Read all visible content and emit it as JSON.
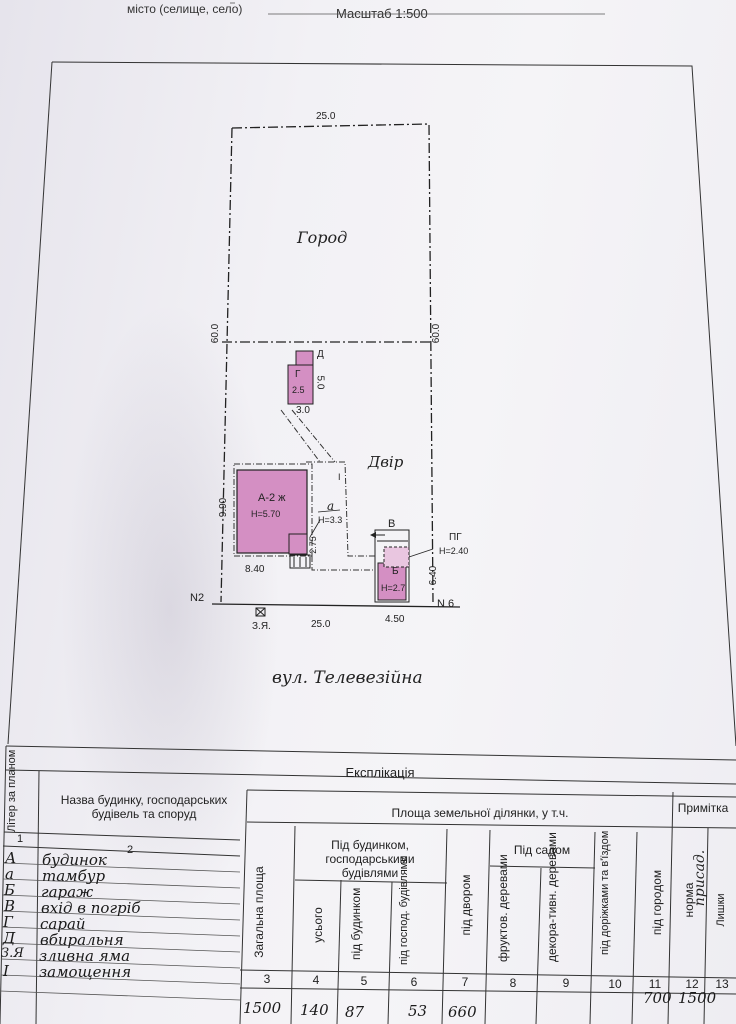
{
  "header": {
    "place_label": "місто (селище, село)",
    "scale": "Масштаб 1:500"
  },
  "plan": {
    "dims": {
      "top_width": "25.0",
      "left_depth": "60.0",
      "right_depth": "60.0",
      "house_width": "8.40",
      "house_depth": "9.90",
      "porch_depth": "2.75",
      "shed_width": "3.0",
      "shed_depth": "5.0",
      "front_width": "25.0",
      "garage_width": "4.50",
      "garage_depth": "6.40"
    },
    "labels": {
      "garden": "Город",
      "yard": "Двір",
      "street": "вул. Телевезійна",
      "house": "А-2 ж",
      "house_height": "H=5.70",
      "porch": "а",
      "porch_height": "H=3.3",
      "shed": "Г",
      "shed_height": "2.5",
      "toilet": "Д",
      "garage": "Б",
      "garage_height": "H=2.7",
      "cellar": "ПГ",
      "cellar_height": "H=2.40",
      "cellar_entry": "В",
      "fence": "I",
      "pit": "З.Я.",
      "neighbor_left": "N2",
      "neighbor_right": "N 6"
    }
  },
  "table": {
    "title": "Експлікація",
    "col_liter": "Літер за планом",
    "col_name": "Назва будинку, господарських будівель та споруд",
    "col_area_group": "Площа земельної ділянки, у т.ч.",
    "col_note": "Примітка",
    "col_total": "Загальна площа",
    "col_buildings_group": "Під будинком, господарськими будівлями",
    "col_all": "усього",
    "col_house": "під будинком",
    "col_aux": "під господ. будівлями",
    "col_yard": "під двором",
    "col_garden_group": "Під садом",
    "col_fruit": "фруктов. деревами",
    "col_decor": "декора-тивн. деревами",
    "col_roads": "під доріжками та в'їздом",
    "col_veg": "під городом",
    "col_norm": "норма",
    "col_excess": "Лишки",
    "col_numbers": [
      "1",
      "2",
      "3",
      "4",
      "5",
      "6",
      "7",
      "8",
      "9",
      "10",
      "11",
      "12",
      "13"
    ],
    "rows": [
      {
        "liter": "А",
        "name": "будинок"
      },
      {
        "liter": "а",
        "name": "тамбур"
      },
      {
        "liter": "Б",
        "name": "гараж"
      },
      {
        "liter": "В",
        "name": "вхід в погріб"
      },
      {
        "liter": "Г",
        "name": "сарай"
      },
      {
        "liter": "Д",
        "name": "вбиральня"
      },
      {
        "liter": "З.Я",
        "name": "зливна яма"
      },
      {
        "liter": "I",
        "name": "замощення"
      }
    ],
    "norm_note": "присад.",
    "values": {
      "total": "1500",
      "all": "140",
      "house": "87",
      "aux": "53",
      "yard": "660",
      "veg": "700",
      "norm": "1500"
    }
  }
}
